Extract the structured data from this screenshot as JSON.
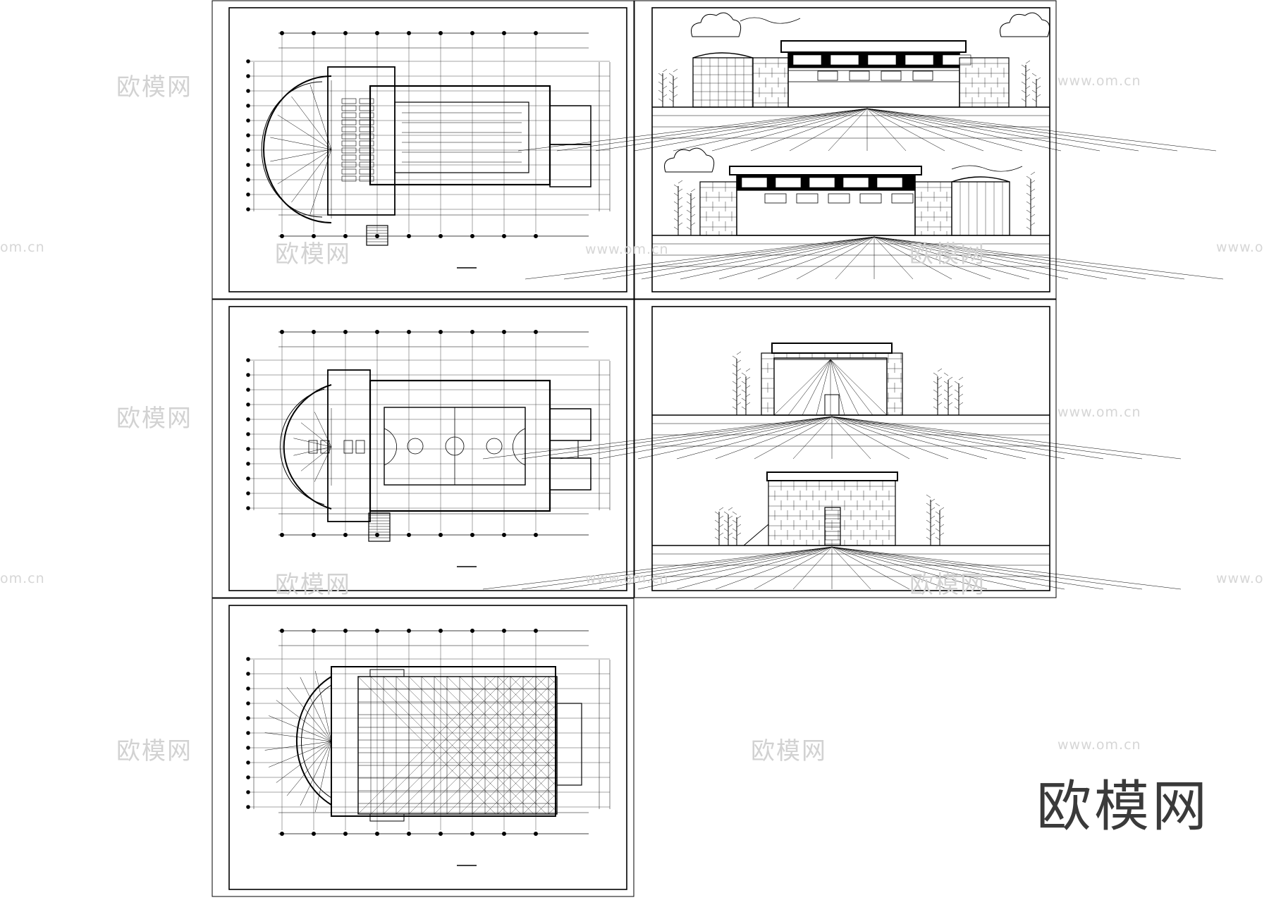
{
  "brand_logo": "欧模网",
  "watermarks": {
    "cn": "欧模网",
    "url": "www.om.cn",
    "url_partial_left": "om.cn",
    "url_partial_right": "www.o"
  },
  "sheets": [
    {
      "id": "ground-floor-plan",
      "type": "plan"
    },
    {
      "id": "front-rear-elevations",
      "type": "elevation"
    },
    {
      "id": "upper-floor-plan",
      "type": "plan"
    },
    {
      "id": "side-elevations",
      "type": "elevation"
    },
    {
      "id": "roof-plan",
      "type": "plan"
    }
  ],
  "colors": {
    "line": "#000000",
    "watermark": "#cfcfcf",
    "brand": "#3a3a3a"
  }
}
